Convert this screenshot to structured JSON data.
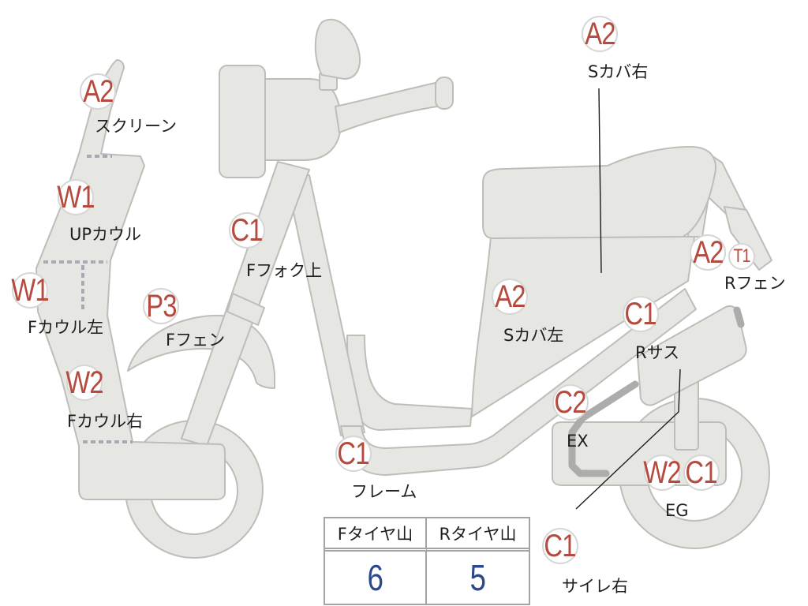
{
  "markers": [
    {
      "codes": [
        "A2"
      ],
      "label": "スクリーン"
    },
    {
      "codes": [
        "W1"
      ],
      "label": "UPカウル"
    },
    {
      "codes": [
        "W1"
      ],
      "label": "Fカウル左"
    },
    {
      "codes": [
        "W2"
      ],
      "label": "Fカウル右"
    },
    {
      "codes": [
        "P3"
      ],
      "label": "Fフェン"
    },
    {
      "codes": [
        "C1"
      ],
      "label": "Fフォク上"
    },
    {
      "codes": [
        "A2"
      ],
      "label": "Sカバ右"
    },
    {
      "codes": [
        "A2"
      ],
      "label": "Sカバ左"
    },
    {
      "codes": [
        "A2",
        "T1"
      ],
      "label": "Rフェン"
    },
    {
      "codes": [
        "C1"
      ],
      "label": "Rサス"
    },
    {
      "codes": [
        "C2"
      ],
      "label": "EX"
    },
    {
      "codes": [
        "W2",
        "C1"
      ],
      "label": "EG"
    },
    {
      "codes": [
        "C1"
      ],
      "label": "フレーム"
    },
    {
      "codes": [
        "C1"
      ],
      "label": "サイレ右"
    }
  ],
  "tire_table": {
    "headers": [
      "Fタイヤ山",
      "Rタイヤ山"
    ],
    "values": [
      "6",
      "5"
    ]
  },
  "colors": {
    "code_text": "#b54a3f",
    "body_fill": "#e6e6e2",
    "body_stroke": "#bdbdb9",
    "exhaust": "#acacaa",
    "cowl_divider": "#a9a9b6",
    "value_text": "#2c4a8a"
  }
}
